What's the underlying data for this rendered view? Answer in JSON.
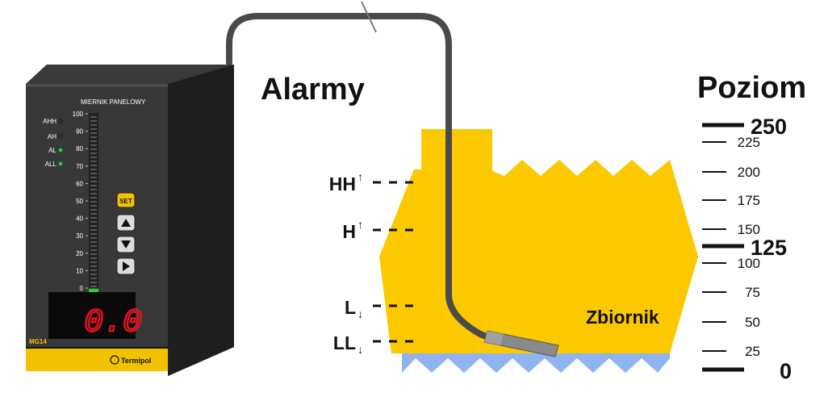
{
  "headings": {
    "alarms": "Alarmy",
    "level": "Poziom"
  },
  "meter": {
    "title": "MIERNIK PANELOWY",
    "model": "MG14",
    "brand": "Termipol",
    "display_value": "0.0",
    "scale_labels": [
      "100",
      "90",
      "80",
      "70",
      "60",
      "50",
      "40",
      "30",
      "20",
      "10",
      "0"
    ],
    "leds": [
      {
        "label": "AHH",
        "state": "off"
      },
      {
        "label": "AH",
        "state": "off"
      },
      {
        "label": "AL",
        "state": "on"
      },
      {
        "label": "ALL",
        "state": "on"
      }
    ],
    "buttons": {
      "set": "SET"
    },
    "bar_level_fraction": 0.02,
    "colors": {
      "led_on": "#2ecc40",
      "led_off": "#333333",
      "display": "#e0141e",
      "accent": "#f2c200"
    }
  },
  "alarms": [
    {
      "letters": "HH",
      "arrow": "↑"
    },
    {
      "letters": "H",
      "arrow": "↑"
    },
    {
      "letters": "L",
      "arrow": "↓"
    },
    {
      "letters": "LL",
      "arrow": "↓"
    }
  ],
  "tank": {
    "label": "Zbiornik",
    "fill_color": "#fcc800",
    "bottom_color": "#8fb4f0"
  },
  "level_scale": {
    "major": [
      "250",
      "125",
      "0"
    ],
    "minor": [
      "225",
      "200",
      "175",
      "150",
      "100",
      "75",
      "50",
      "25"
    ]
  }
}
